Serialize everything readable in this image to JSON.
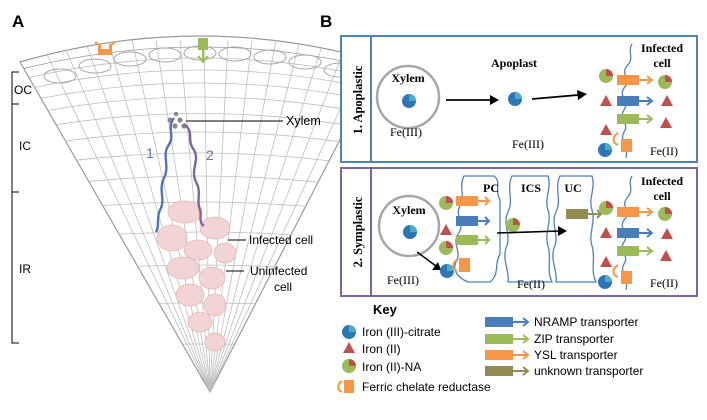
{
  "panel_a": {
    "letter": "A",
    "zones": [
      "OC",
      "IC",
      "IR"
    ],
    "xylem_label": "Xylem",
    "path_labels": [
      "1",
      "2"
    ],
    "infected_label": "Infected cell",
    "uninfected_label_line1": "Uninfected",
    "uninfected_label_line2": "cell"
  },
  "panel_b": {
    "letter": "B",
    "apoplastic": {
      "side_label": "1. Apoplastic",
      "xylem": "Xylem",
      "fe_xylem": "Fe(III)",
      "apoplast": "Apoplast",
      "fe_apoplast": "Fe(III)",
      "infected_line1": "Infected",
      "infected_line2": "cell",
      "fe_cell": "Fe(II)"
    },
    "symplastic": {
      "side_label": "2. Symplastic",
      "xylem": "Xylem",
      "fe_xylem": "Fe(III)",
      "pc": "PC",
      "ics": "ICS",
      "uc": "UC",
      "fe_mid": "Fe(II)",
      "infected_line1": "Infected",
      "infected_line2": "cell",
      "fe_cell": "Fe(II)"
    }
  },
  "key": {
    "title": "Key",
    "left_items": [
      "Iron (III)-citrate",
      "Iron (II)",
      "Iron (II)-NA",
      "Ferric chelate reductase"
    ],
    "right_items": [
      "NRAMP transporter",
      "ZIP transporter",
      "YSL transporter",
      "unknown transporter"
    ]
  },
  "colors": {
    "frame_blue": "#4f81bd",
    "frame_purple": "#8064a2",
    "nramp": "#4a7ebb",
    "zip": "#9bbb59",
    "ysl": "#f79646",
    "unknown": "#948a54",
    "iron_ii": "#c0504d",
    "citrate_blue": "#2e75b6",
    "citrate_cyan": "#4bacc6",
    "path1": "#4f74b8",
    "path2": "#8064a2",
    "infected_fill": "#f2d4d4"
  }
}
